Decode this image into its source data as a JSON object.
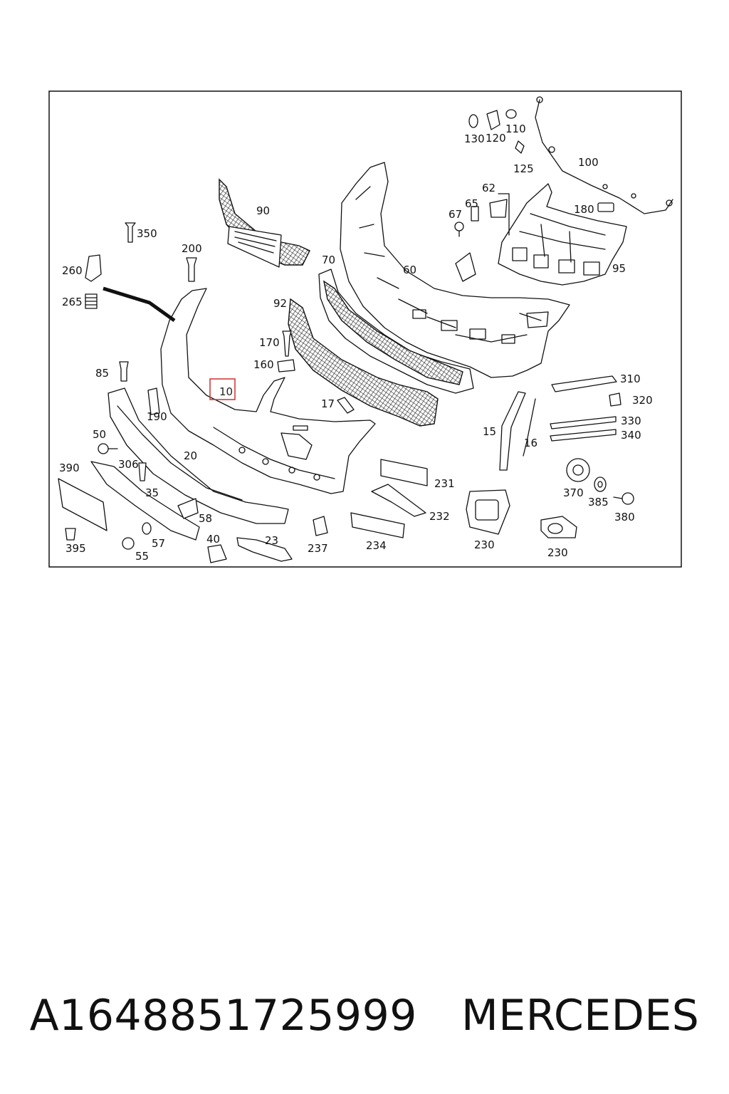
{
  "callouts": {
    "c10": "10",
    "c15": "15",
    "c16": "16",
    "c17": "17",
    "c20": "20",
    "c23": "23",
    "c35": "35",
    "c40": "40",
    "c50": "50",
    "c55": "55",
    "c57": "57",
    "c58": "58",
    "c60": "60",
    "c62": "62",
    "c65": "65",
    "c67": "67",
    "c70": "70",
    "c85": "85",
    "c90": "90",
    "c92": "92",
    "c95": "95",
    "c100": "100",
    "c110": "110",
    "c120": "120",
    "c125": "125",
    "c130": "130",
    "c160": "160",
    "c170": "170",
    "c180": "180",
    "c190": "190",
    "c200": "200",
    "c230a": "230",
    "c230b": "230",
    "c231": "231",
    "c232": "232",
    "c234": "234",
    "c237": "237",
    "c260": "260",
    "c265": "265",
    "c306": "306",
    "c310": "310",
    "c320": "320",
    "c330": "330",
    "c340": "340",
    "c350": "350",
    "c370": "370",
    "c380": "380",
    "c385": "385",
    "c390": "390",
    "c395": "395"
  },
  "highlight": {
    "part": "10",
    "color": "#d23b3b"
  },
  "caption": {
    "part_number": "A1648851725999",
    "brand": "MERCEDES"
  }
}
